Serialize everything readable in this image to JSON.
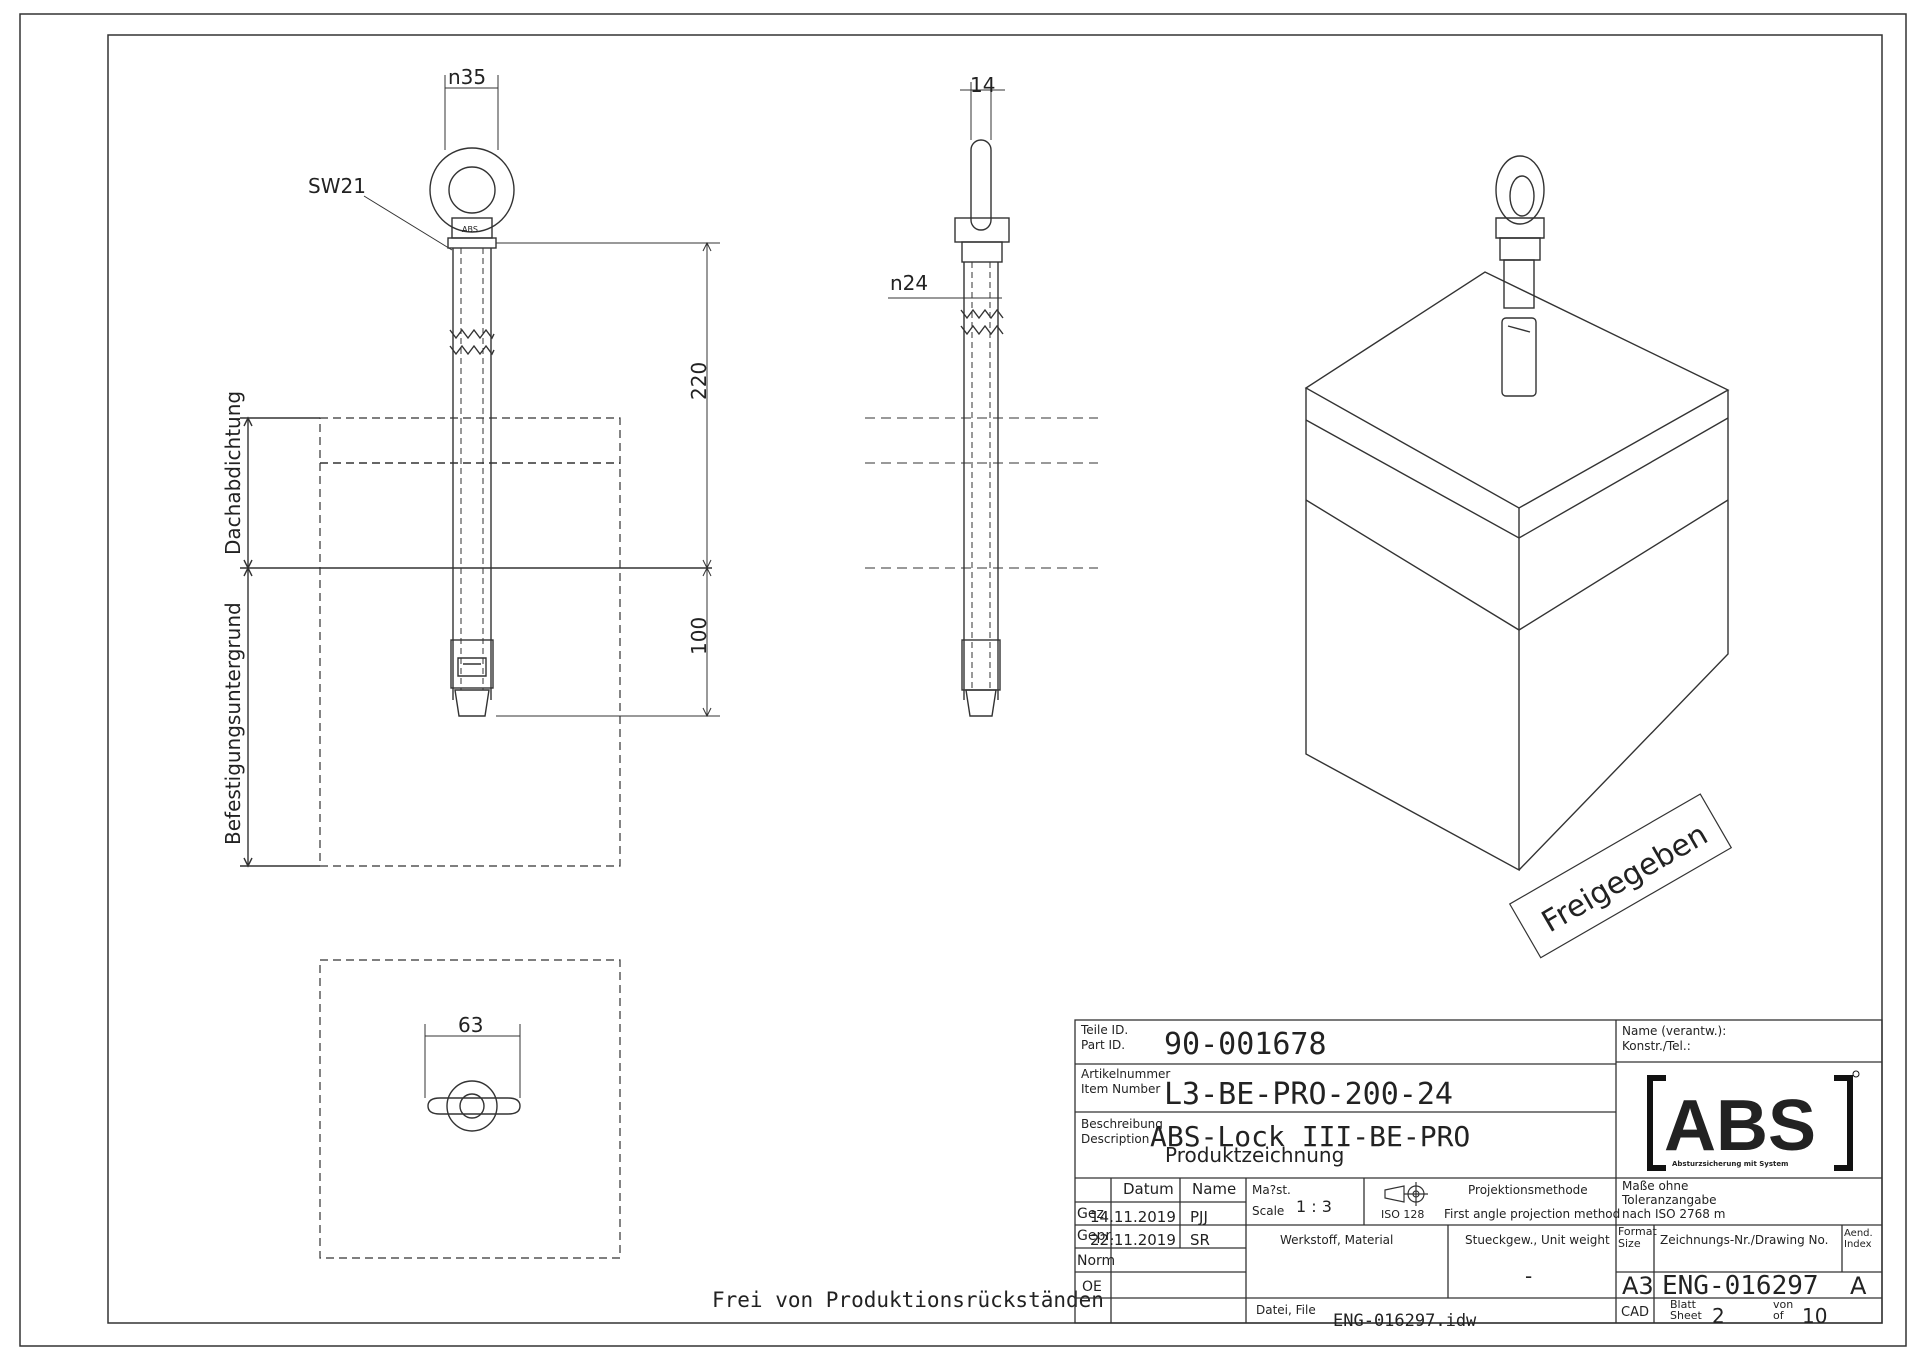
{
  "dimensions": {
    "d_n35": "n35",
    "d_sw21": "SW21",
    "d_220": "220",
    "d_100": "100",
    "d_14": "14",
    "d_n24": "n24",
    "d_63": "63"
  },
  "labels": {
    "dachabdichtung": "Dachabdichtung",
    "befestigung": "Befestigungsuntergrund",
    "freigegeben": "Freigegeben",
    "frei_von": "Frei von Produktionsrückständen",
    "eye_marking": "ABS"
  },
  "title_block": {
    "part_id_label1": "Teile ID.",
    "part_id_label2": "Part ID.",
    "part_id": "90-001678",
    "item_label1": "Artikelnummer",
    "item_label2": "Item Number",
    "item_number": "L3-BE-PRO-200-24",
    "desc_label1": "Beschreibung",
    "desc_label2": "Description",
    "desc_line1": "ABS-Lock III-BE-PRO",
    "desc_line2": "Produktzeichnung",
    "datum": "Datum",
    "name": "Name",
    "gez": "Gez.",
    "gez_date": "14.11.2019",
    "gez_name": "PJJ",
    "gepr": "Gepr.",
    "gepr_date": "22.11.2019",
    "gepr_name": "SR",
    "norm": "Norm",
    "oe": "OE",
    "scale_label1": "Ma?st.",
    "scale_label2": "Scale",
    "scale_value": "1 : 3",
    "iso128": "ISO 128",
    "proj_label1": "Projektionsmethode",
    "proj_label2": "First angle projection method",
    "tol_line1": "Maße ohne",
    "tol_line2": "Toleranzangabe",
    "tol_line3": "nach ISO 2768 m",
    "material": "Werkstoff, Material",
    "weight_label": "Stueckgew., Unit weight",
    "weight_value": "-",
    "file_label": "Datei, File",
    "file_value": "ENG-016297.idw",
    "format_label1": "Format",
    "format_label2": "Size",
    "format_value": "A3",
    "drawing_no_label": "Zeichnungs-Nr./Drawing No.",
    "drawing_no": "ENG-016297",
    "index_label1": "Aend.",
    "index_label2": "Index",
    "index_value": "A",
    "cad": "CAD",
    "sheet_label1": "Blatt",
    "sheet_label2": "Sheet",
    "sheet_value": "2",
    "of_label1": "von",
    "of_label2": "of",
    "of_value": "10",
    "resp_label1": "Name (verantw.):",
    "resp_label2": "Konstr./Tel.:",
    "logo_text": "ABS",
    "logo_tagline": "Absturzsicherung mit System"
  }
}
